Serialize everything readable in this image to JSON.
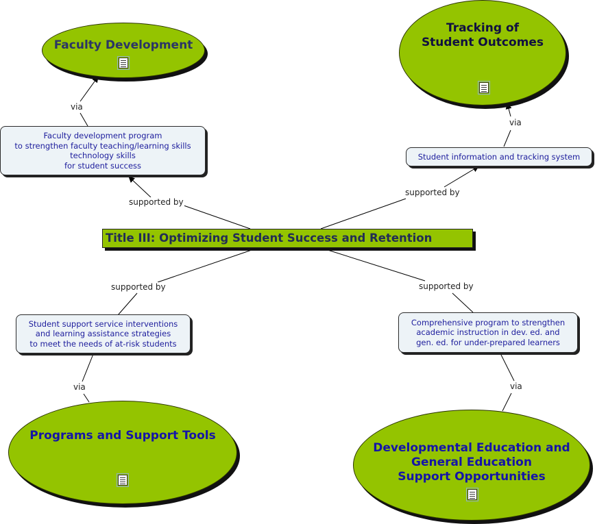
{
  "center": {
    "title": "Title III:  Optimizing Student Success and Retention"
  },
  "nodes": {
    "faculty_development": {
      "title": "Faculty Development"
    },
    "tracking": {
      "title": "Tracking of\nStudent Outcomes"
    },
    "programs": {
      "title": "Programs and Support Tools"
    },
    "developmental": {
      "title": "Developmental Education and\nGeneral Education\nSupport Opportunities"
    }
  },
  "boxes": {
    "faculty_program": {
      "text": "Faculty development program\nto strengthen faculty teaching/learning skills\ntechnology skills\nfor student success"
    },
    "tracking_system": {
      "text": "Student information and tracking system"
    },
    "support_services": {
      "text": "Student support service interventions\nand learning assistance strategies\nto meet the needs of at-risk students"
    },
    "comprehensive": {
      "text": "Comprehensive program to strengthen\nacademic instruction in dev. ed. and\ngen. ed. for under-prepared learners"
    }
  },
  "links": {
    "via_faculty": "via",
    "supported_faculty": "supported by",
    "via_tracking": "via",
    "supported_tracking": "supported by",
    "supported_support": "supported by",
    "via_programs": "via",
    "supported_comprehensive": "supported by",
    "via_developmental": "via"
  },
  "colors": {
    "node_fill": "#94c400",
    "box_fill": "#edf3f7",
    "node_text_dark": "#2b3566",
    "node_text_blue": "#1414a8",
    "box_text": "#1c1c9c"
  },
  "icons": {
    "note": "document-icon"
  }
}
